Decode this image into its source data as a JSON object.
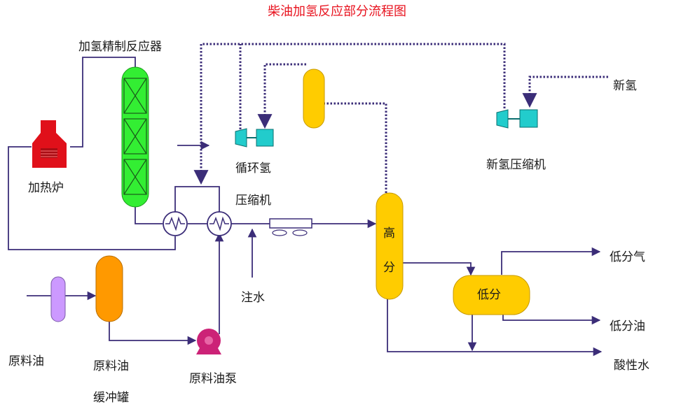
{
  "title": "柴油加氢反应部分流程图",
  "colors": {
    "title": "#e8131f",
    "line": "#3b2d78",
    "heater": "#e0101a",
    "reactor": "#33ee33",
    "separator": "#ffcc00",
    "buffer_tank": "#ff9900",
    "filter": "#cc99ff",
    "pump": "#cc2277",
    "compressor": "#22cccc"
  },
  "labels": {
    "reactor": "加氢精制反应器",
    "heater": "加热炉",
    "recycle_h2_1": "循环氢",
    "recycle_h2_2": "压缩机",
    "fresh_h2": "新氢",
    "fresh_h2_compressor": "新氢压缩机",
    "water_injection": "注水",
    "hp_sep_1": "高",
    "hp_sep_2": "分",
    "lp_sep": "低分",
    "lp_gas": "低分气",
    "lp_oil": "低分油",
    "sour_water": "酸性水",
    "feed_oil": "原料油",
    "buffer_1": "原料油",
    "buffer_2": "缓冲罐",
    "feed_pump": "原料油泵"
  },
  "icons": {
    "heater": "furnace-icon",
    "exchanger": "heat-exchanger-icon",
    "compressor": "compressor-icon",
    "pump": "pump-icon",
    "air_cooler": "air-cooler-icon"
  }
}
